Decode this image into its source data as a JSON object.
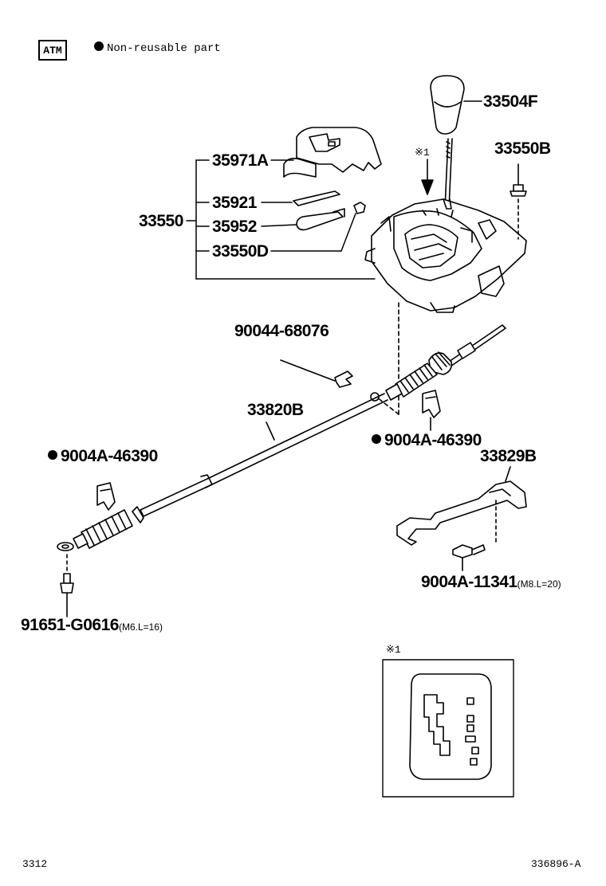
{
  "legend": {
    "box_label": "ATM",
    "note": "Non-reusable part"
  },
  "parts": {
    "knob": "33504F",
    "bezel": "35971A",
    "assembly": "33550",
    "indicator": "35921",
    "cover": "35952",
    "lever_sub": "33550D",
    "bolt_top": "33550B",
    "clip": "90044-68076",
    "cable": "33820B",
    "retainer_left": "9004A-46390",
    "retainer_right": "9004A-46390",
    "bracket": "33829B",
    "bolt_bracket": "9004A-11341",
    "bolt_bracket_spec": "(M8.L=20)",
    "bolt_bottom": "91651-G0616",
    "bolt_bottom_spec": "(M6.L=16)"
  },
  "callout_mark": "※1",
  "footer": {
    "left": "3312",
    "right": "336896-A"
  }
}
